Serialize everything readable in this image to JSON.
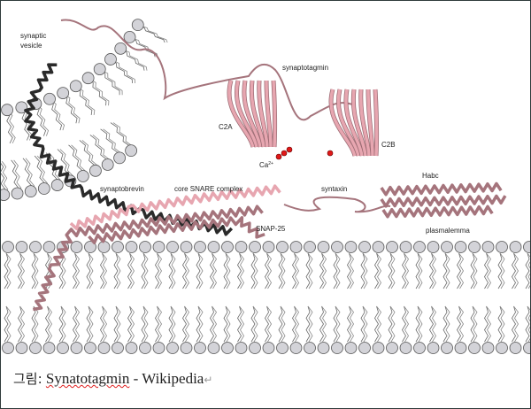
{
  "figure": {
    "labels": {
      "synaptic_vesicle_1": "synaptic",
      "synaptic_vesicle_2": "vesicle",
      "synaptotagmin": "synaptotagmin",
      "c2a": "C2A",
      "c2b": "C2B",
      "calcium": "Ca",
      "calcium_sup": "2+",
      "synaptobrevin": "synaptobrevin",
      "core_snare": "core SNARE complex",
      "syntaxin": "syntaxin",
      "habc": "Habc",
      "snap25": "SNAP-25",
      "plasmalemma": "plasmalemma"
    },
    "colors": {
      "pink": "#e7a6b0",
      "mauve": "#a5747c",
      "dark": "#2a2a2a",
      "lipid": "#d3d3d8",
      "lipid_edge": "#555"
    }
  },
  "caption": {
    "prefix": "그림:",
    "title": "Synatotagmin",
    "separator": " - ",
    "source": "Wikipedia",
    "return_mark": "↵"
  }
}
